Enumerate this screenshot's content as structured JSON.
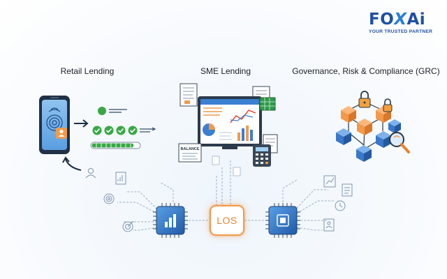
{
  "brand": {
    "logo_prefix": "FO",
    "logo_accent": "X",
    "logo_suffix": "Ai",
    "tagline": "YOUR TRUSTED PARTNER"
  },
  "sections": {
    "retail": "Retail Lending",
    "sme": "SME Lending",
    "grc": "Governance, Risk & Compliance (GRC)"
  },
  "hub": {
    "label": "LOS"
  },
  "sme_docs": {
    "balance_sheet_label": "BALANCE"
  },
  "retail_progress": {
    "fraction": 0.88
  },
  "colors": {
    "brand_blue": "#1f4fa3",
    "accent_orange": "#f29a4a",
    "success_green": "#3aa845",
    "cube_blue": "#3a78c9",
    "cube_orange": "#f29a4a",
    "chip_blue": "#2f6fbf",
    "line_gray": "#9fb0c2"
  },
  "icons": [
    "smartphone-fingerprint-icon",
    "user-badge-icon",
    "arrow-right-icon",
    "return-arrow-icon",
    "user-icon",
    "checkmark-icon",
    "progress-bar-icon",
    "monitor-dashboard-icon",
    "document-icon",
    "calculator-icon",
    "balance-sheet-icon",
    "padlock-icon",
    "magnifier-icon",
    "cube-network-icon",
    "microchip-icon",
    "bar-chart-doc-icon",
    "fingerprint-icon",
    "target-icon",
    "line-chart-doc-icon",
    "clock-icon"
  ]
}
